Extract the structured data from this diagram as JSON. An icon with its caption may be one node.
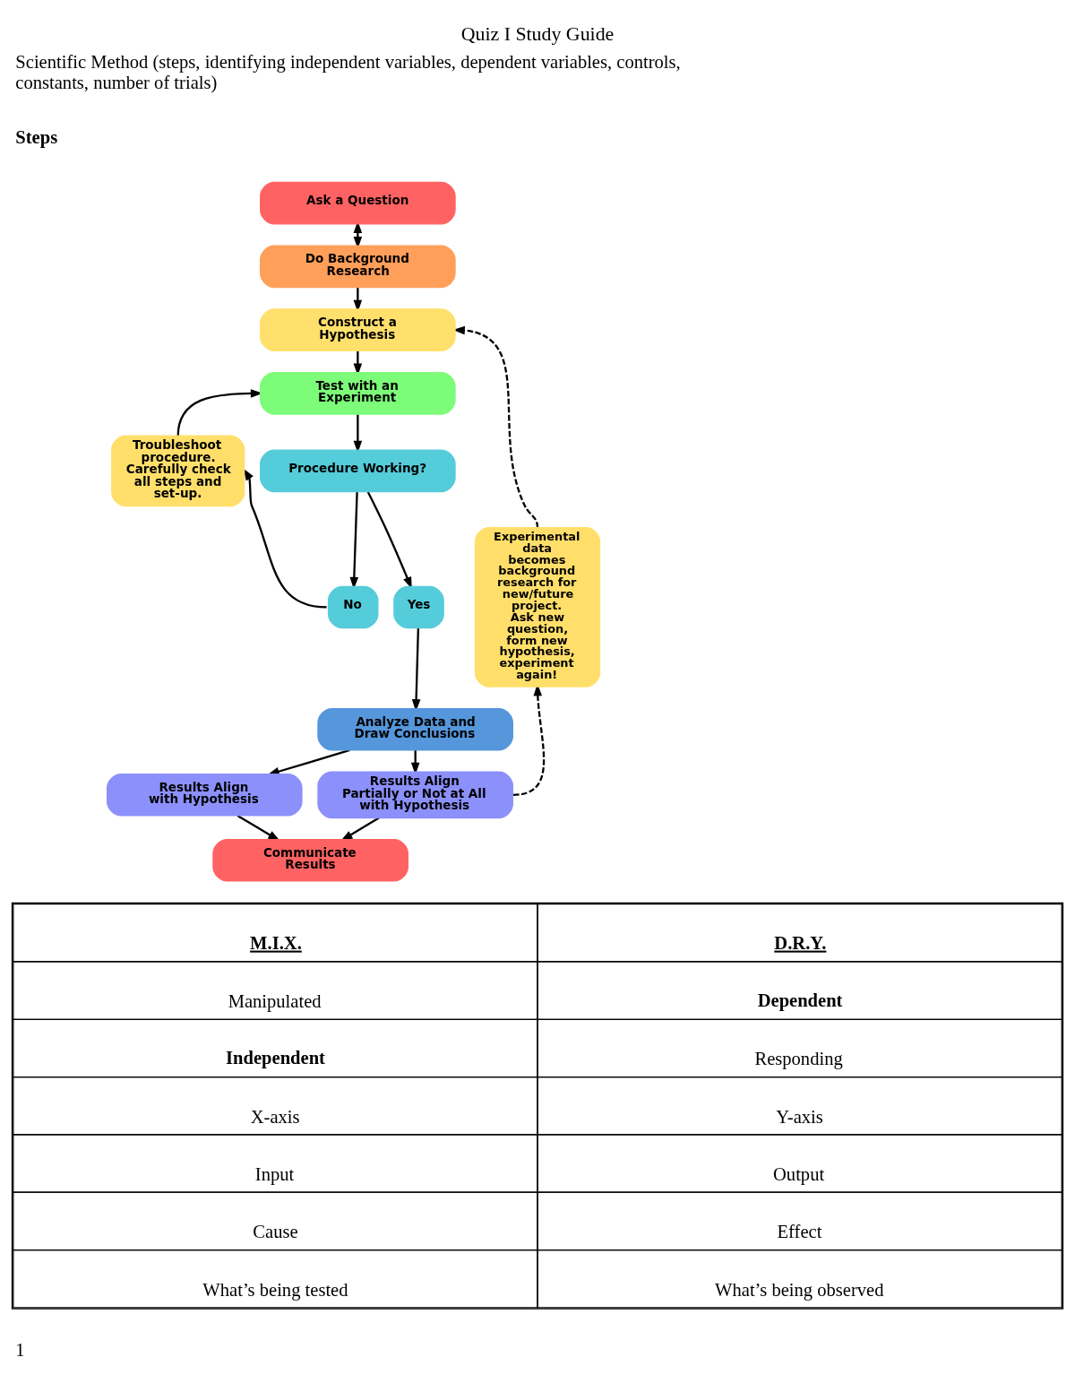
{
  "diagram": {
    "title": "Quiz I Study Guide",
    "nodes": [
      {
        "text": [
          "Ask a Question"
        ]
      },
      {
        "text": [
          "Do Background Research"
        ]
      },
      {
        "text": [
          "Construct a Hypothesis"
        ]
      },
      {
        "text": [
          "Test with an Experiment"
        ]
      },
      {
        "text": [
          "Procedure Working?"
        ]
      },
      {
        "text": [
          "No"
        ]
      },
      {
        "text": [
          "Yes"
        ]
      },
      {
        "text": [
          "Troubleshoot procedure. Carefully check all steps and set-up."
        ]
      },
      {
        "text": [
          "Analyze Data and Draw Conclusions"
        ]
      },
      {
        "text": [
          "Results Align with Hypothesis"
        ]
      },
      {
        "text": [
          "Results Align Partially or Not at All with Hypothesis"
        ]
      },
      {
        "text": [
          "Experimental data becomes background research for new/future project. Ask new question, form new hypothesis, experiment again!"
        ]
      },
      {
        "text": [
          "Communicate Results"
        ]
      }
    ],
    "edges": [
      {
        "from": 0,
        "to": 1,
        "arrow": "both"
      },
      {
        "from": 1,
        "to": 2,
        "arrow": "to"
      },
      {
        "from": 2,
        "to": 3,
        "arrow": "to"
      },
      {
        "from": 3,
        "to": 4,
        "arrow": "to"
      },
      {
        "from": 4,
        "to": 5,
        "arrow": "to"
      },
      {
        "from": 4,
        "to": 6,
        "arrow": "to"
      },
      {
        "from": 5,
        "to": 7,
        "arrow": "to"
      },
      {
        "from": 7,
        "to": 3,
        "arrow": "to"
      },
      {
        "from": 6,
        "to": 8,
        "arrow": "to"
      },
      {
        "from": 8,
        "to": 9,
        "arrow": "to"
      },
      {
        "from": 8,
        "to": 10,
        "arrow": "to"
      },
      {
        "from": 9,
        "to": 12,
        "arrow": "to"
      },
      {
        "from": 10,
        "to": 12,
        "arrow": "to"
      },
      {
        "from": 10,
        "to": 11,
        "arrow": "to",
        "style": "dashed"
      },
      {
        "from": 11,
        "to": 2,
        "arrow": "to",
        "style": "dashed"
      }
    ],
    "labels": [
      "Scientific Method (steps, identifying independent variables, dependent variables, controls, constants, number of trials)",
      "Steps",
      "M.I.X.",
      "D.R.Y.",
      "Manipulated",
      "Dependent",
      "Independent",
      "Responding",
      "X-axis",
      "Y-axis",
      "Input",
      "Output",
      "Cause",
      "Effect",
      "What’s being tested",
      "What’s being observed",
      "1"
    ]
  }
}
